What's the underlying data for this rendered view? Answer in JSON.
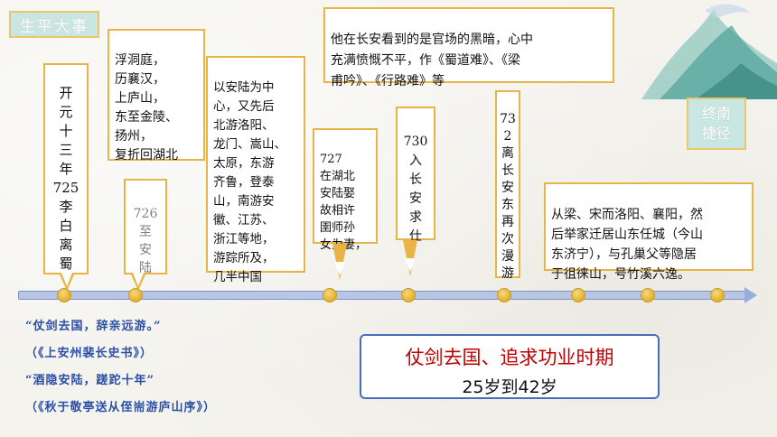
{
  "header": {
    "tag_label": "生平大事"
  },
  "side_tag": {
    "label": "终南\n捷径"
  },
  "events": [
    {
      "id": "e1",
      "text": "开\n元\n十\n三\n年\n725\n李\n白\n离\n蜀"
    },
    {
      "id": "e2",
      "text": "浮洞庭，\n历襄汉，\n上庐山，\n东至金陵、\n扬州，\n复折回湖北"
    },
    {
      "id": "e3",
      "text": "726\n至\n安\n陆"
    },
    {
      "id": "e4",
      "text": "以安陆为中\n心，又先后\n北游洛阳、\n龙门、嵩山、\n太原，东游\n齐鲁，登泰\n山，南游安\n徽、江苏、\n浙江等地，\n游踪所及，\n几半中国"
    },
    {
      "id": "e5",
      "text": "727\n在湖北\n安陆娶\n故相许\n圉师孙\n女为妻，"
    },
    {
      "id": "e6",
      "text": "730\n入\n长\n安\n求\n仕"
    },
    {
      "id": "e7",
      "text": "73\n2\n离\n长\n安\n东\n再\n次\n漫\n游"
    },
    {
      "id": "e8",
      "text": "他在长安看到的是官场的黑暗，心中\n充满愤慨不平，作《蜀道难》、《梁\n甫吟》、《行路难》等"
    },
    {
      "id": "e9",
      "text": "从梁、宋而洛阳、襄阳，然\n后举家迁居山东任城（今山\n东济宁），与孔巢父等隐居\n于徂徕山，号竹溪六逸。"
    }
  ],
  "quotes": [
    "“仗剑去国，辞亲远游。”",
    "（《上安州裴长史书》）",
    "“酒隐安陆，蹉跎十年”",
    "（《秋于敬亭送从侄耑游庐山序》）"
  ],
  "summary": {
    "title": "仗剑去国、追求功业时期",
    "subtitle": "25岁到42岁"
  },
  "colors": {
    "callout_border": "#e8b447",
    "axis": "#b8c5e3",
    "dot": "#e0b02d",
    "quote_text": "#2b4fa8",
    "summary_title": "#c00000",
    "summary_border": "#4a6cbf",
    "tag_bg": "#c9e6e2"
  }
}
